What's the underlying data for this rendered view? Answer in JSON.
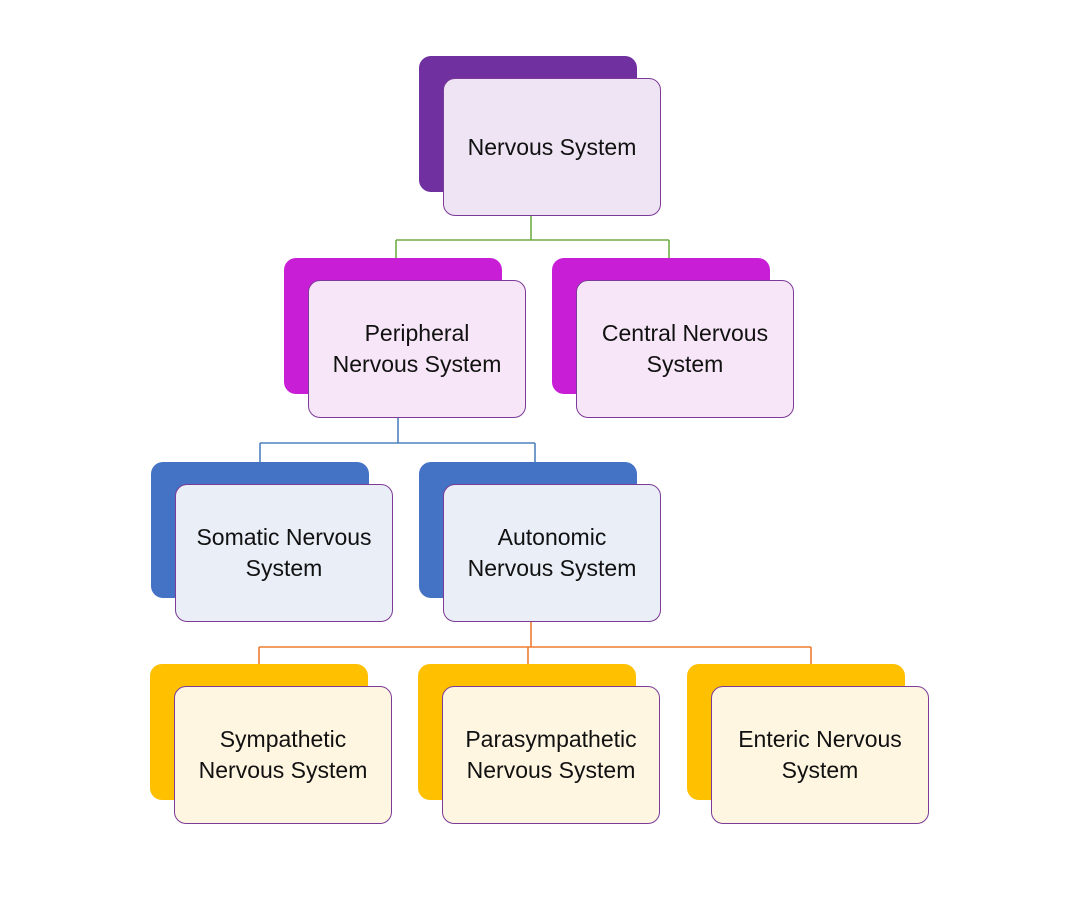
{
  "colors": {
    "level1": {
      "back": "#7030a0",
      "front": "#eee4f4"
    },
    "level2": {
      "back": "#c81fd6",
      "front": "#f6e6f7"
    },
    "level3": {
      "back": "#4472c4",
      "front": "#e9eef7"
    },
    "level4": {
      "back": "#ffc000",
      "front": "#fff6e2"
    },
    "connector_level1": "#70ad47",
    "connector_level2": "#4f81bd",
    "connector_level3": "#ed7d31",
    "border": "#7b3b96"
  },
  "nodes": {
    "root": {
      "label": "Nervous System",
      "level": "level1"
    },
    "peripheral": {
      "label": "Peripheral\nNervous System",
      "level": "level2"
    },
    "central": {
      "label": "Central Nervous\nSystem",
      "level": "level2"
    },
    "somatic": {
      "label": "Somatic Nervous\nSystem",
      "level": "level3"
    },
    "autonomic": {
      "label": "Autonomic\nNervous System",
      "level": "level3"
    },
    "sympathetic": {
      "label": "Sympathetic\nNervous System",
      "level": "level4"
    },
    "parasympathetic": {
      "label": "Parasympathetic\nNervous System",
      "level": "level4"
    },
    "enteric": {
      "label": "Enteric Nervous\nSystem",
      "level": "level4"
    }
  },
  "edges": [
    [
      "root",
      "peripheral"
    ],
    [
      "root",
      "central"
    ],
    [
      "peripheral",
      "somatic"
    ],
    [
      "peripheral",
      "autonomic"
    ],
    [
      "autonomic",
      "sympathetic"
    ],
    [
      "autonomic",
      "parasympathetic"
    ],
    [
      "autonomic",
      "enteric"
    ]
  ]
}
